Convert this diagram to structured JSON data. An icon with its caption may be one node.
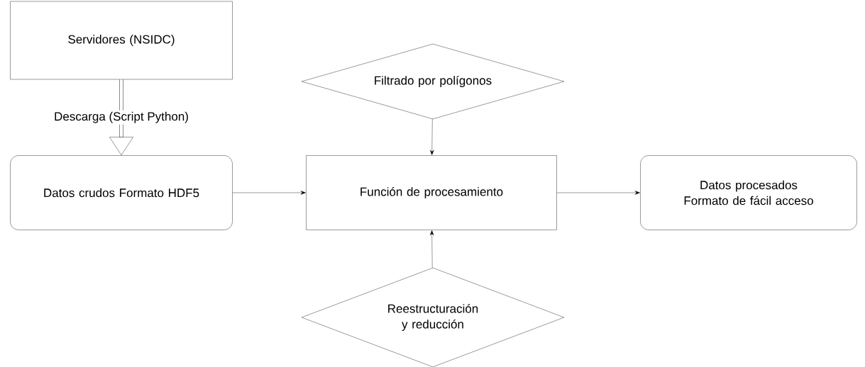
{
  "diagram": {
    "nodes": [
      {
        "text": [
          "Servidores (NSIDC)"
        ]
      },
      {
        "text": [
          "Datos crudos Formato HDF5"
        ]
      },
      {
        "text": [
          "Filtrado por polígonos"
        ]
      },
      {
        "text": [
          "Función de procesamiento"
        ]
      },
      {
        "text": [
          "Datos procesados Formato de fácil acceso"
        ]
      },
      {
        "text": [
          "Reestructuración y reducción"
        ]
      }
    ],
    "edges": [
      {
        "from": 0,
        "to": 1,
        "arrow": "to",
        "label": "Descarga (Script Python)",
        "style": "thick"
      },
      {
        "from": 1,
        "to": 3,
        "arrow": "to"
      },
      {
        "from": 2,
        "to": 3,
        "arrow": "to"
      },
      {
        "from": 5,
        "to": 3,
        "arrow": "to"
      },
      {
        "from": 3,
        "to": 4,
        "arrow": "to"
      }
    ]
  }
}
